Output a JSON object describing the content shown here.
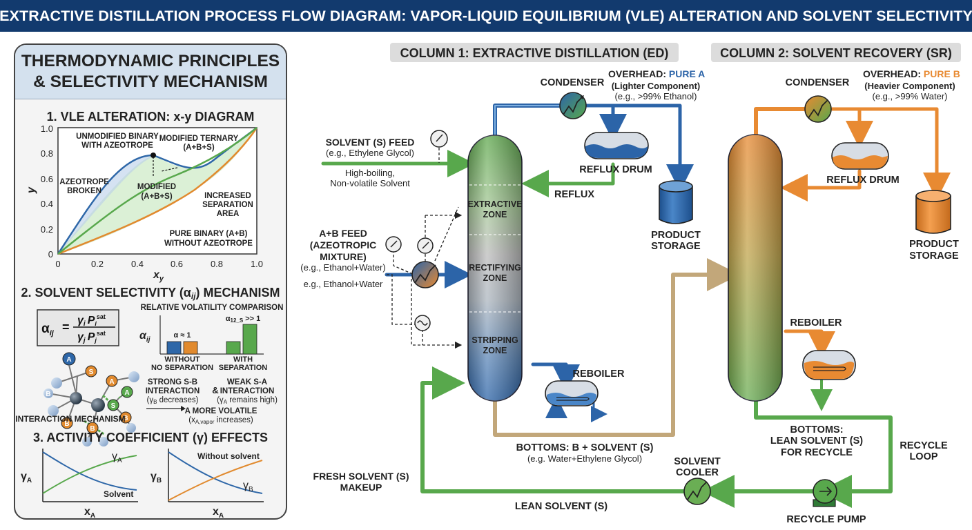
{
  "title": "EXTRACTIVE DISTILLATION PROCESS FLOW DIAGRAM: VAPOR-LIQUID EQUILIBRIUM (VLE) ALTERATION AND SOLVENT SELECTIVITY",
  "left_panel": {
    "header_line1": "THERMODYNAMIC PRINCIPLES",
    "header_line2": "& SELECTIVITY MECHANISM",
    "section1": {
      "title": "1. VLE ALTERATION: x-y DIAGRAM",
      "y_axis_label": "y",
      "x_axis_label": "x",
      "x_axis_sub": "y",
      "y_ticks": [
        "1.0",
        "0.8",
        "0.6",
        "0.4",
        "0.2",
        "0"
      ],
      "x_ticks": [
        "0",
        "0.2",
        "0.4",
        "0.6",
        "0.8",
        "1.0"
      ],
      "label_unmodified_1": "UNMODIFIED BINARY",
      "label_unmodified_2": "WITH AZEOTROPE",
      "label_mod_ternary_1": "MODIFIED TERNARY",
      "label_mod_ternary_2": "(A+B+S)",
      "label_broken_1": "AZEOTROPE",
      "label_broken_2": "BROKEN",
      "label_modified_1": "MODIFIED",
      "label_modified_2": "(A+B+S)",
      "label_increased_1": "INCREASED",
      "label_increased_2": "SEPARATION",
      "label_increased_3": "AREA",
      "label_pure_1": "PURE BINARY (A+B)",
      "label_pure_2": "WITHOUT AZEOTROPE"
    },
    "section2": {
      "title": "2. SOLVENT SELECTIVITY (α",
      "title_sub": "ij",
      "title_end": ") MECHANISM",
      "formula_lhs": "α",
      "formula_lhs_sub": "ij",
      "formula_eq": "=",
      "formula_num": "γ",
      "formula_num_sub": "i",
      "formula_num_p": "P",
      "formula_num_p_sub": "i",
      "formula_num_p_sup": "sat",
      "formula_den": "γ",
      "formula_den_sub": "j",
      "formula_den_p": "P",
      "formula_den_p_sub": "j",
      "formula_den_p_sup": "sat",
      "rv_title": "RELATIVE VOLATILITY COMPARISON",
      "rv_ylabel": "α",
      "rv_ylabel_sub": "ij",
      "rv_alpha_eq1": "α ≈ 1",
      "rv_alpha_s": "α",
      "rv_alpha_s_sub": "12_S",
      "rv_alpha_s_end": " >> 1",
      "rv_without_1": "WITHOUT",
      "rv_without_2": "NO SEPARATION",
      "rv_with_1": "WITH",
      "rv_with_2": "SEPARATION",
      "interaction_caption": "INTERACTION MECHANISM",
      "strong_1": "STRONG S-B",
      "strong_2": "INTERACTION",
      "strong_3": "(γ",
      "strong_3_sub": "B",
      "strong_3_end": " decreases)",
      "amp": "&",
      "weak_1": "WEAK S-A",
      "weak_2": "INTERACTION",
      "weak_3": "(γ",
      "weak_3_sub": "A",
      "weak_3_end": " remains high)",
      "volatile_1": "A MORE VOLATILE",
      "volatile_2": "(x",
      "volatile_2_sub": "A,vapor",
      "volatile_2_end": " increases)",
      "mol_A": "A",
      "mol_B": "B",
      "mol_S": "S"
    },
    "section3": {
      "title": "3. ACTIVITY COEFFICIENT (γ) EFFECTS",
      "plot1_ylabel": "γ",
      "plot1_ylabel_sub": "A",
      "plot1_curve": "γ",
      "plot1_curve_sub": "A",
      "plot1_solvent": "Solvent",
      "plot1_x": "x",
      "plot1_x_sub": "A",
      "plot2_ylabel": "γ",
      "plot2_ylabel_sub": "B",
      "plot2_without": "Without solvent",
      "plot2_curve": "γ",
      "plot2_curve_sub": "B",
      "plot2_x": "x",
      "plot2_x_sub": "A"
    }
  },
  "column1": {
    "header": "COLUMN 1: EXTRACTIVE DISTILLATION (ED)",
    "condenser": "CONDENSER",
    "overhead_label": "OVERHEAD: ",
    "overhead_pure": "PURE A",
    "overhead_sub1": "(Lighter Component)",
    "overhead_sub2": "(e.g., >99% Ethanol)",
    "reflux_drum": "REFLUX DRUM",
    "reflux": "REFLUX",
    "product_storage_1": "PRODUCT",
    "product_storage_2": "STORAGE",
    "solvent_feed_1": "SOLVENT (S) FEED",
    "solvent_feed_2": "(e.g., Ethylene Glycol)",
    "solvent_feed_3": "High-boiling,",
    "solvent_feed_4": "Non-volatile Solvent",
    "ab_feed_1": "A+B FEED",
    "ab_feed_2": "(AZEOTROPIC",
    "ab_feed_3": "MIXTURE)",
    "ab_feed_4": "(e.g., Ethanol+Water)",
    "ab_feed_5": "e.g., Ethanol+Water",
    "zone_extractive_1": "EXTRACTIVE",
    "zone_extractive_2": "ZONE",
    "zone_rectifying_1": "RECTIFYING",
    "zone_rectifying_2": "ZONE",
    "zone_stripping_1": "STRIPPING",
    "zone_stripping_2": "ZONE",
    "reboiler": "REBOILER",
    "bottoms_1": "BOTTOMS: B + SOLVENT (S)",
    "bottoms_2": "(e.g. Water+Ethylene Glycol)",
    "fresh_solvent_1": "FRESH SOLVENT (S)",
    "fresh_solvent_2": "MAKEUP",
    "lean_solvent": "LEAN SOLVENT (S)"
  },
  "column2": {
    "header": "COLUMN 2: SOLVENT RECOVERY (SR)",
    "condenser": "CONDENSER",
    "overhead_label": "OVERHEAD: ",
    "overhead_pure": "PURE B",
    "overhead_sub1": "(Heavier Component)",
    "overhead_sub2": "(e.g., >99% Water)",
    "reflux_drum": "REFLUX DRUM",
    "product_storage_1": "PRODUCT",
    "product_storage_2": "STORAGE",
    "reboiler": "REBOILER",
    "bottoms_1": "BOTTOMS:",
    "bottoms_2": "LEAN SOLVENT (S)",
    "bottoms_3": "FOR RECYCLE",
    "recycle_loop_1": "RECYCLE",
    "recycle_loop_2": "LOOP",
    "solvent_cooler_1": "SOLVENT",
    "solvent_cooler_2": "COOLER",
    "recycle_pump": "RECYCLE PUMP"
  },
  "colors": {
    "title_bg": "#123a6e",
    "blue": "#2c64a8",
    "green": "#58a84c",
    "orange": "#e88a32",
    "pure_a": "#2c64a8",
    "pure_b": "#e88a32"
  },
  "icons": [
    "condenser-icon",
    "reflux-drum-icon",
    "product-storage-icon",
    "pressure-gauge-icon",
    "heat-exchanger-icon",
    "reboiler-icon",
    "pump-icon",
    "cooler-icon"
  ]
}
